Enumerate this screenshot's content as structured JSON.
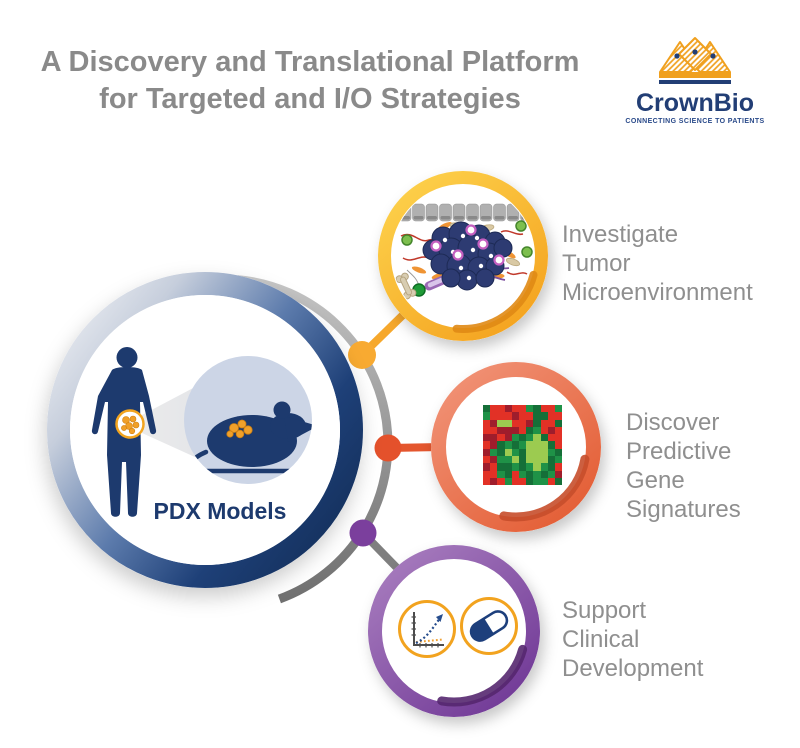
{
  "title": {
    "line1": "A Discovery and Translational Platform",
    "line2": "for Targeted and I/O Strategies"
  },
  "logo": {
    "brand": "CrownBio",
    "tagline": "CONNECTING SCIENCE TO PATIENTS"
  },
  "hub": {
    "label": "PDX Models",
    "icons": [
      "human-figure-icon",
      "magnifier-cone",
      "mouse-icon",
      "tumor-icon"
    ]
  },
  "nodes": [
    {
      "name": "investigate-tumor-microenvironment",
      "label": [
        "Investigate",
        "Tumor",
        "Microenvironment"
      ],
      "ring_color": "#f4a21f",
      "icon": "tumor-microenvironment-illustration"
    },
    {
      "name": "discover-predictive-gene-signatures",
      "label": [
        "Discover",
        "Predictive",
        "Gene Signatures"
      ],
      "ring_color": "#e35c33",
      "icon": "gene-expression-heatmap"
    },
    {
      "name": "support-clinical-development",
      "label": [
        "Support",
        "Clinical",
        "Development"
      ],
      "ring_color": "#6f3795",
      "icons": [
        "growth-chart-icon",
        "pill-icon"
      ]
    }
  ],
  "heatmap": {
    "palette": {
      "R": "#e23126",
      "D": "#9f1d2c",
      "G": "#1f9247",
      "E": "#156f38",
      "L": "#9ccb50"
    },
    "rows": [
      "ERRDRRGERRG",
      "GRRRDRREERR",
      "RDLLRRDERRE",
      "RRDDDREGRDR",
      "DDRDGEGLERR",
      "RDEGEGLLLER",
      "DGELGELLLGE",
      "RDGGLELLLEG",
      "DREEGEGLGER",
      "RRGERGEGEGD",
      "RDRGRREGGRE"
    ]
  },
  "colors": {
    "navy": "#1d3a6e",
    "title_gray": "#8a8a8a",
    "label_gray": "#8f8f8f",
    "arc_gray": "#8c8c8c",
    "dot_yellow": "#f8aa31",
    "dot_orange": "#e4512b",
    "dot_purple": "#7b3f9d",
    "logo_orange": "#f0a01e",
    "logo_navy": "#223e75"
  }
}
